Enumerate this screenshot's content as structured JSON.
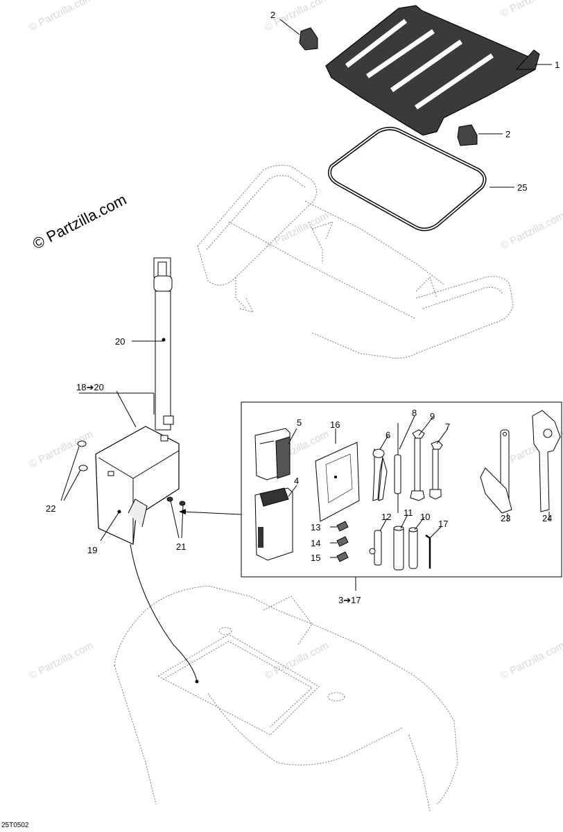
{
  "watermark_text": "© Partzilla.com",
  "copyright_notice": "© Partzilla.com",
  "drawing_code": "25T0502",
  "callouts": [
    {
      "id": "c1",
      "text": "1"
    },
    {
      "id": "c2a",
      "text": "2"
    },
    {
      "id": "c2b",
      "text": "2"
    },
    {
      "id": "c25",
      "text": "25"
    },
    {
      "id": "c20",
      "text": "20"
    },
    {
      "id": "c18",
      "text": "18➔20"
    },
    {
      "id": "c22",
      "text": "22"
    },
    {
      "id": "c19",
      "text": "19"
    },
    {
      "id": "c21",
      "text": "21"
    },
    {
      "id": "c5",
      "text": "5"
    },
    {
      "id": "c4",
      "text": "4"
    },
    {
      "id": "c16",
      "text": "16"
    },
    {
      "id": "c6",
      "text": "6"
    },
    {
      "id": "c8",
      "text": "8"
    },
    {
      "id": "c9",
      "text": "9"
    },
    {
      "id": "c7",
      "text": "7"
    },
    {
      "id": "c13",
      "text": "13"
    },
    {
      "id": "c14",
      "text": "14"
    },
    {
      "id": "c15",
      "text": "15"
    },
    {
      "id": "c12",
      "text": "12"
    },
    {
      "id": "c11",
      "text": "11"
    },
    {
      "id": "c10",
      "text": "10"
    },
    {
      "id": "c17",
      "text": "17"
    },
    {
      "id": "c3",
      "text": "3➔17"
    },
    {
      "id": "c23",
      "text": "23"
    },
    {
      "id": "c24",
      "text": "24"
    }
  ]
}
